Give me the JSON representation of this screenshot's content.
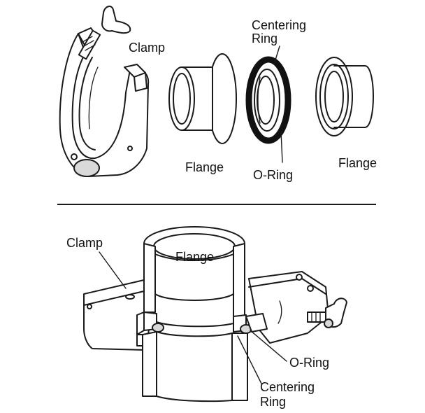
{
  "top_panel": {
    "labels": {
      "clamp": "Clamp",
      "centering_ring": [
        "Centering",
        "Ring"
      ],
      "flange_left": "Flange",
      "o_ring": "O-Ring",
      "flange_right": "Flange"
    }
  },
  "bottom_panel": {
    "labels": {
      "clamp": "Clamp",
      "flange": "Flange",
      "o_ring": "O-Ring",
      "centering_ring": [
        "Centering",
        "Ring"
      ]
    }
  }
}
